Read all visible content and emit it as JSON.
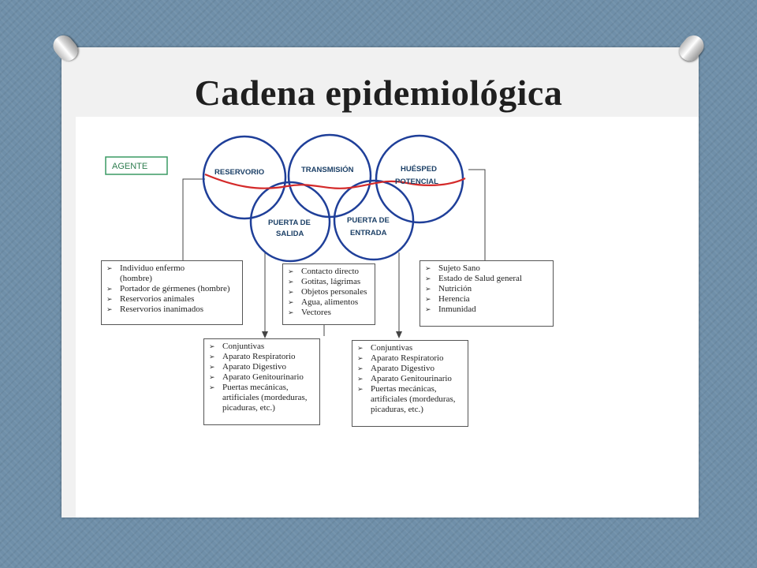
{
  "slide": {
    "title": "Cadena epidemiológica"
  },
  "diagram": {
    "agent_label": "AGENTE",
    "circles": {
      "reservorio": "RESERVORIO",
      "transmision": "TRANSMISIÓN",
      "huesped_line1": "HUÉSPED",
      "huesped_line2": "POTENCIAL",
      "salida_line1": "PUERTA DE",
      "salida_line2": "SALIDA",
      "entrada_line1": "PUERTA DE",
      "entrada_line2": "ENTRADA"
    },
    "colors": {
      "circle_stroke": "#1f3f99",
      "chain_line": "#d42a2a",
      "agent_box": "#3a9a64"
    },
    "reservoir_list": [
      "Individuo enfermo",
      "(hombre)",
      "Portador de gérmenes (hombre)",
      "Reservorios animales",
      "Reservorios inanimados"
    ],
    "transmission_list": [
      "Contacto directo",
      "Gotitas,  lágrimas",
      "Objetos personales",
      "Agua, alimentos",
      "Vectores"
    ],
    "host_list": [
      "Sujeto Sano",
      "Estado de Salud general",
      "Nutrición",
      "Herencia",
      "Inmunidad"
    ],
    "exit_list": [
      "Conjuntivas",
      "Aparato Respiratorio",
      "Aparato Digestivo",
      "Aparato Genitourinario",
      "Puertas mecánicas,",
      "artificiales (mordeduras,",
      "picaduras, etc.)"
    ],
    "entry_list": [
      "Conjuntivas",
      "Aparato Respiratorio",
      "Aparato Digestivo",
      "Aparato Genitourinario",
      "Puertas mecánicas,",
      "artificiales (mordeduras,",
      "picaduras, etc.)"
    ],
    "bullet_glyph": "➢"
  }
}
